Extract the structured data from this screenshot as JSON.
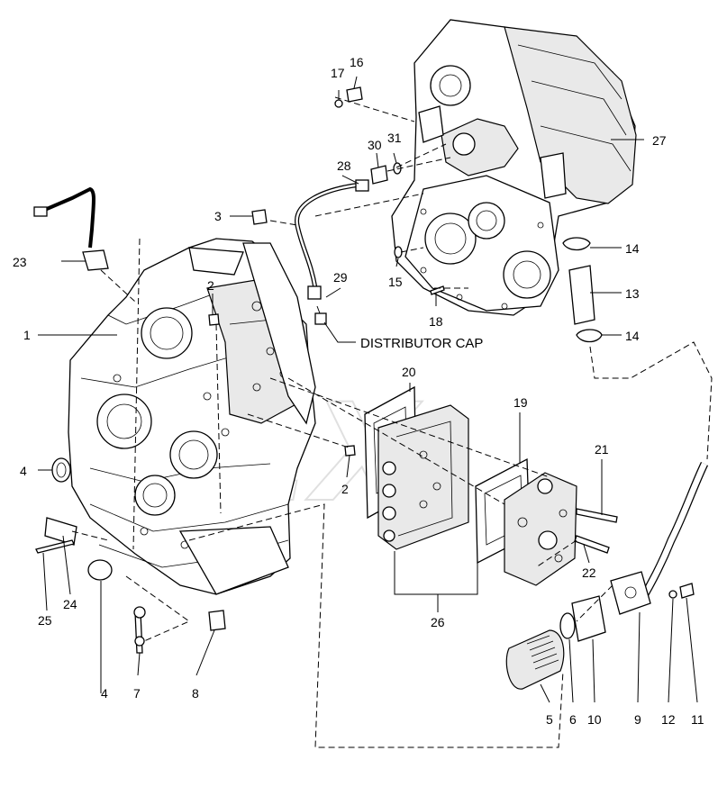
{
  "watermark": "DEX",
  "annotation": "DISTRIBUTOR CAP",
  "callouts": [
    "1",
    "2",
    "2",
    "3",
    "4",
    "5",
    "6",
    "7",
    "8",
    "9",
    "10",
    "11",
    "12",
    "13",
    "14",
    "14",
    "15",
    "16",
    "17",
    "18",
    "19",
    "20",
    "21",
    "22",
    "23",
    "24",
    "25",
    "26",
    "27",
    "28",
    "29",
    "30",
    "31"
  ]
}
